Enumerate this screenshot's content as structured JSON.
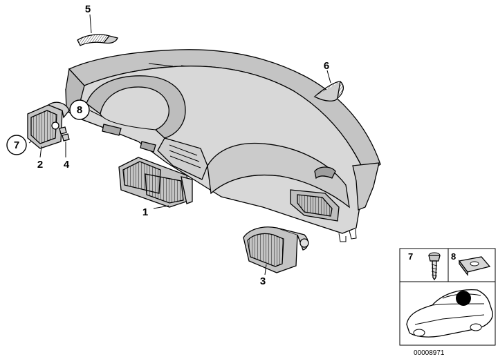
{
  "callouts": [
    {
      "id": "1",
      "label": "1"
    },
    {
      "id": "2",
      "label": "2"
    },
    {
      "id": "3",
      "label": "3"
    },
    {
      "id": "4",
      "label": "4"
    },
    {
      "id": "5",
      "label": "5"
    },
    {
      "id": "6",
      "label": "6"
    },
    {
      "id": "7",
      "label": "7"
    },
    {
      "id": "8",
      "label": "8"
    }
  ],
  "inset": {
    "label_7": "7",
    "label_8": "8"
  },
  "reference_number": "00008971",
  "colors": {
    "line": "#000000",
    "part_fill": "#c8c8c8",
    "dash_fill": "#d6d6d6",
    "background": "#ffffff"
  }
}
